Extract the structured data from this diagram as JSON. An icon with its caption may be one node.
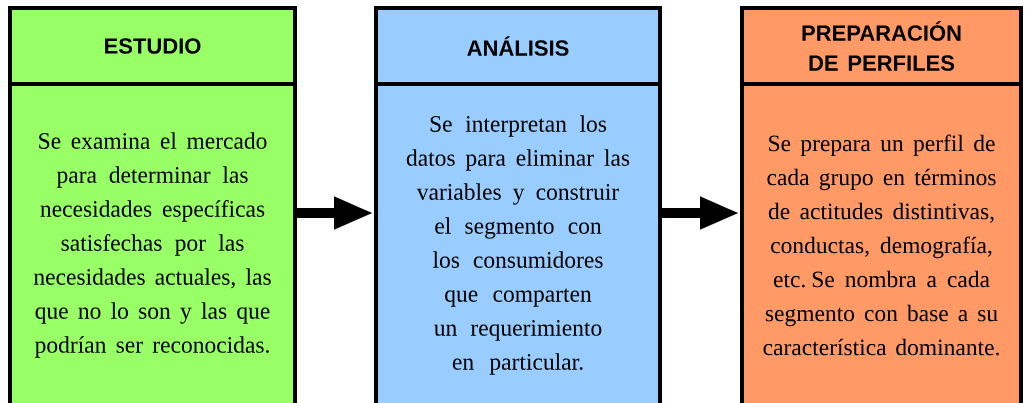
{
  "diagram": {
    "nodes": [
      {
        "text": [
          "ESTUDIO"
        ]
      },
      {
        "text": [
          "Se examina el mercado para determinar las necesidades específicas satisfechas por las necesidades actuales, las que no lo son y las que podrían ser reconocidas."
        ]
      },
      {
        "text": [
          "ANÁLISIS"
        ]
      },
      {
        "text": [
          "Se interpretan los datos para eliminar las variables y construir el segmento con los consumidores que comparten un requerimiento en particular."
        ]
      },
      {
        "text": [
          "PREPARACIÓN DE PERFILES"
        ]
      },
      {
        "text": [
          "Se prepara un perfil de cada grupo en términos de actitudes distintivas, conductas, demografía, etc. Se nombra a cada segmento con base a su característica dominante."
        ]
      }
    ],
    "edges": [
      {
        "from": 1,
        "to": 3,
        "arrow": "to"
      },
      {
        "from": 3,
        "to": 5,
        "arrow": "to"
      }
    ]
  }
}
